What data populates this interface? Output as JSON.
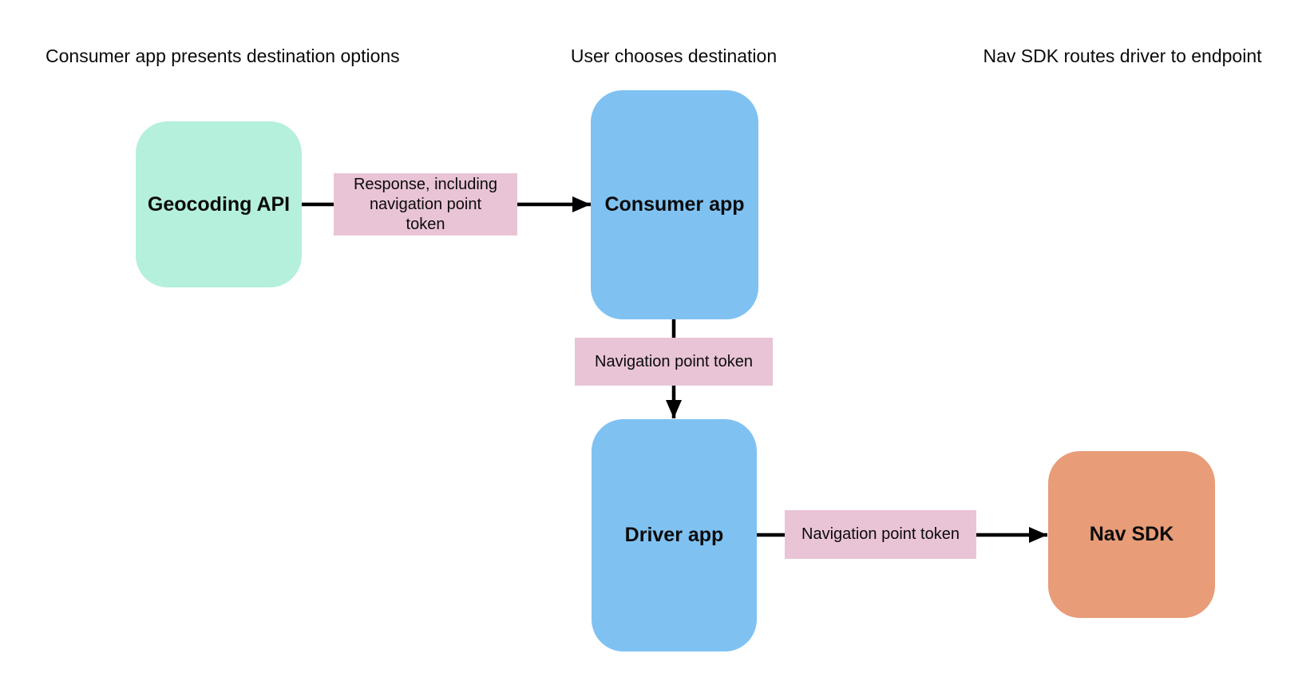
{
  "diagram": {
    "headers": [
      {
        "id": "stage-1",
        "label": "Consumer app presents destination options"
      },
      {
        "id": "stage-2",
        "label": "User chooses destination"
      },
      {
        "id": "stage-3",
        "label": "Nav SDK routes driver to endpoint"
      }
    ],
    "nodes": [
      {
        "id": "geocoding-api",
        "label": "Geocoding API",
        "fill": "#b5f0dc"
      },
      {
        "id": "consumer-app",
        "label": "Consumer app",
        "fill": "#7fc2f2"
      },
      {
        "id": "driver-app",
        "label": "Driver app",
        "fill": "#7fc2f2"
      },
      {
        "id": "nav-sdk",
        "label": "Nav SDK",
        "fill": "#e89c78"
      }
    ],
    "edges": [
      {
        "from": "geocoding-api",
        "to": "consumer-app",
        "label": "Response, including navigation point token",
        "direction": "right"
      },
      {
        "from": "consumer-app",
        "to": "driver-app",
        "label": "Navigation point token",
        "direction": "down"
      },
      {
        "from": "driver-app",
        "to": "nav-sdk",
        "label": "Navigation point token",
        "direction": "right"
      }
    ],
    "colors": {
      "background": "#ffffff",
      "arrow": "#000000",
      "text": "#0b0b0b",
      "edge_label_fill": "#e9c4d6"
    }
  }
}
